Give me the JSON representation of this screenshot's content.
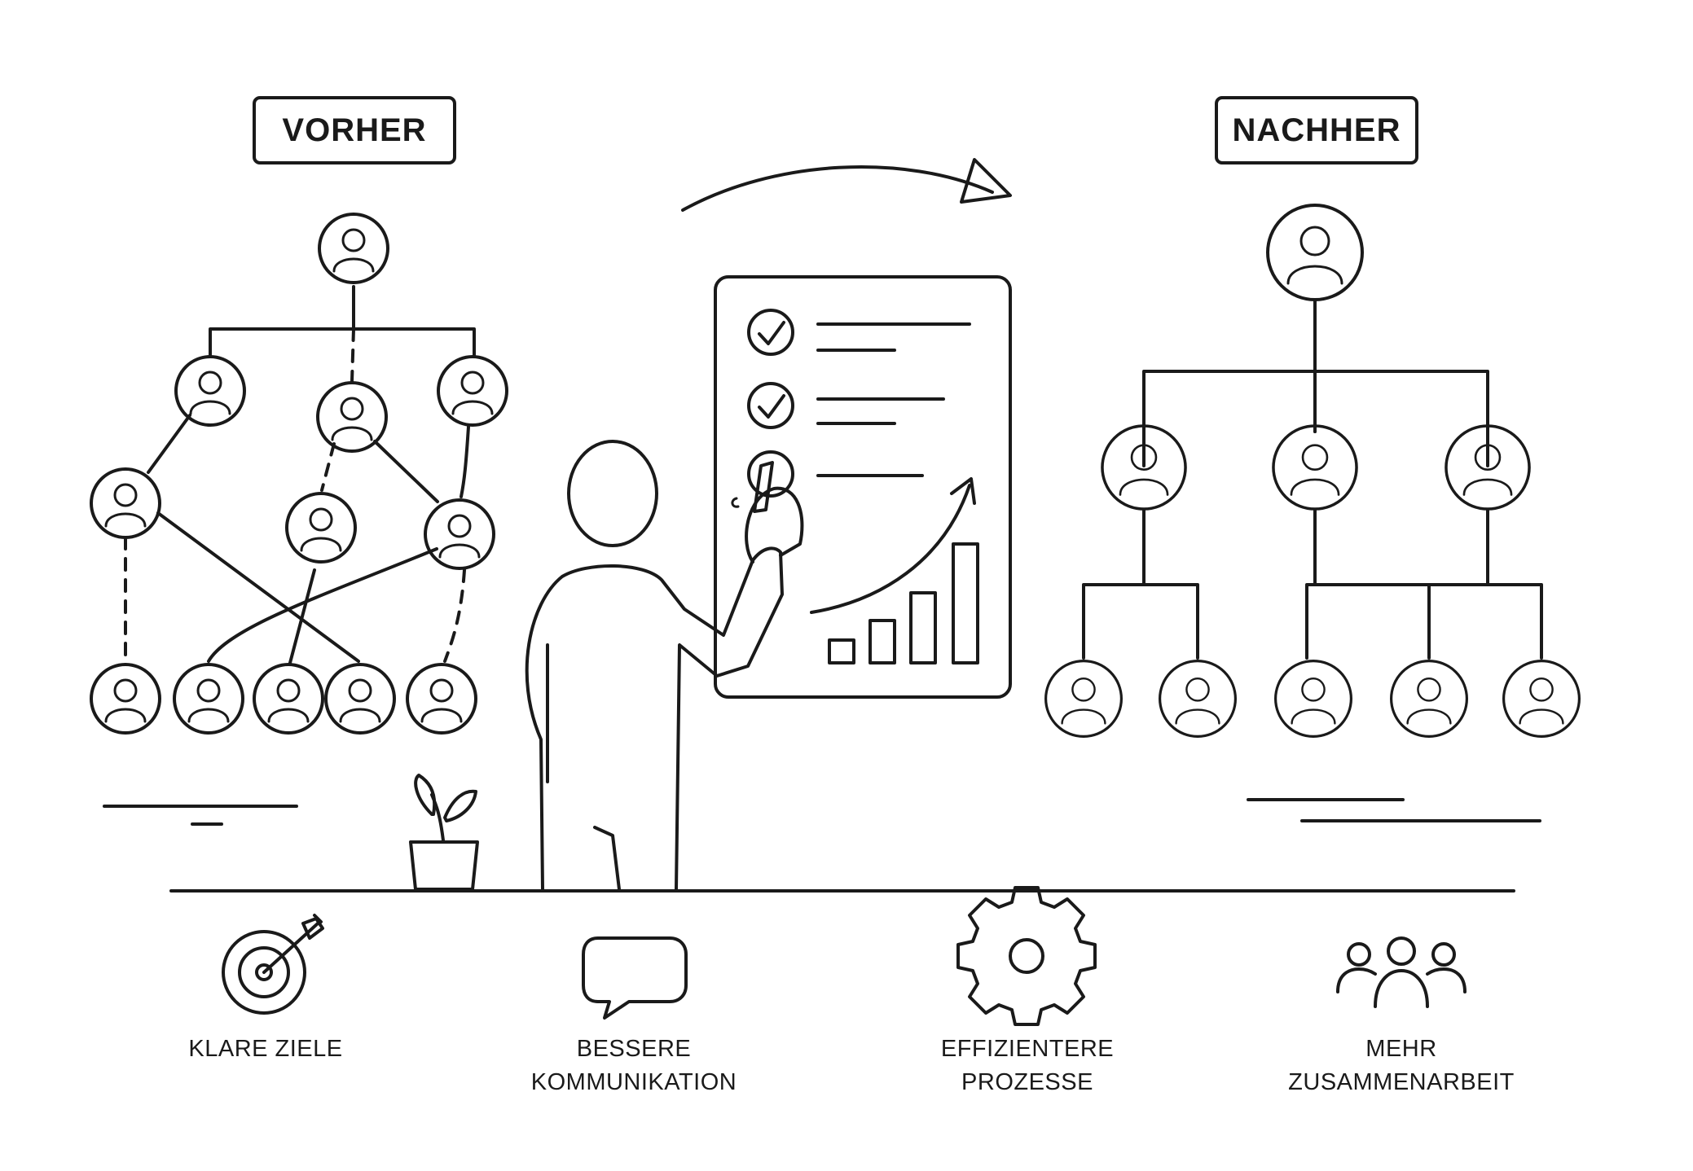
{
  "before": {
    "label": "VORHER"
  },
  "after": {
    "label": "NACHHER"
  },
  "benefits": [
    {
      "id": "goals",
      "line1": "KLARE ZIELE",
      "line2": "",
      "icon": "target-icon"
    },
    {
      "id": "communication",
      "line1": "BESSERE",
      "line2": "KOMMUNIKATION",
      "icon": "speech-bubble-icon"
    },
    {
      "id": "processes",
      "line1": "EFFIZIENTERE",
      "line2": "PROZESSE",
      "icon": "gear-icon"
    },
    {
      "id": "collaboration",
      "line1": "MEHR",
      "line2": "ZUSAMMENARBEIT",
      "icon": "team-icon"
    }
  ],
  "colors": {
    "stroke": "#1a1a1a",
    "background": "#ffffff"
  }
}
